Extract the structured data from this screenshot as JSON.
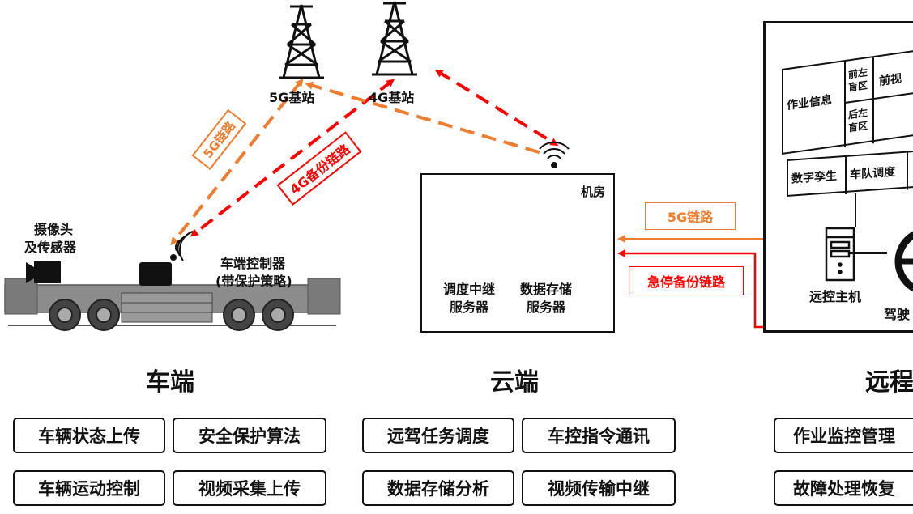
{
  "towers": {
    "tower_5g_label": "5G基站",
    "tower_4g_label": "4G基站"
  },
  "links": {
    "link_5g_vehicle": "5G链路",
    "link_4g_backup": "4G备份链路",
    "link_5g_cloud_remote": "5G链路",
    "link_estop_backup": "急停备份链路"
  },
  "vehicle": {
    "camera_label_1": "摄像头",
    "camera_label_2": "及传感器",
    "controller_label_1": "车端控制器",
    "controller_label_2": "(带保护策略)"
  },
  "cloud": {
    "room_label": "机房",
    "server1_label_1": "调度中继",
    "server1_label_2": "服务器",
    "server2_label_1": "数据存储",
    "server2_label_2": "服务器"
  },
  "remote": {
    "job_info": "作业信息",
    "front_left_1": "前左",
    "front_left_2": "盲区",
    "rear_left_1": "后左",
    "rear_left_2": "盲区",
    "front_partial": "前视",
    "digital_twin": "数字孪生",
    "fleet_dispatch": "车队调度",
    "remote_host": "远控主机",
    "drive_partial": "驾驶"
  },
  "sections": {
    "vehicle_title": "车端",
    "cloud_title": "云端",
    "remote_title": "远程"
  },
  "functions": {
    "vehicle": [
      "车辆状态上传",
      "安全保护算法",
      "车辆运动控制",
      "视频采集上传"
    ],
    "cloud": [
      "远驾任务调度",
      "车控指令通讯",
      "数据存储分析",
      "视频传输中继"
    ],
    "remote": [
      "作业监控管理",
      "故障处理恢复"
    ]
  },
  "colors": {
    "orange": "#ED7D31",
    "red": "#FF0000",
    "dark": "#111111"
  }
}
